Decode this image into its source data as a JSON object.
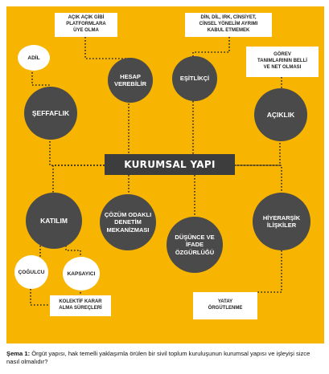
{
  "diagram": {
    "center": "KURUMSAL YAPI",
    "nodes": {
      "seffaflik": "ŞEFFAFLIK",
      "hesap": "HESAP\nVEREBİLİR",
      "esitlikci": "EŞİTLİKÇİ",
      "aciklik": "AÇIKLIK",
      "katilim": "KATILIM",
      "cozum": "ÇÖZÜM ODAKLI\nDENETİM\nMEKANİZMASI",
      "dusunce": "DÜŞÜNCE VE\nİFADE\nÖZGÜRLÜĞÜ",
      "hiyerarsik": "HİYERARŞİK\nİLİŞKİLER"
    },
    "notes": {
      "adil": "ADİL",
      "acik_platform": "AÇIK AÇIK GİBİ\nPLATFORMLARA\nÜYE OLMA",
      "din_dil": "DİN, DİL, IRK, CİNSİYET,\nCİNSEL YÖNELİM AYRIMI\nKABUL ETMEMEK",
      "gorev": "GÖREV\nTANIMLARININ BELLİ\nVE NET OLMASI",
      "cogulcu": "ÇOĞULCU",
      "kapsayici": "KAPSAYICI",
      "kolektif": "KOLEKTİF KARAR\nALMA SÜREÇLERİ",
      "yatay": "YATAY\nÖRGÜTLENME"
    }
  },
  "caption": {
    "label": "Şema 1:",
    "text": " Örgüt yapısı, hak temelli yaklaşımla örülen bir sivil toplum kuruluşunun kurumsal yapısı ve işleyişi sizce nasıl olmalıdır?"
  },
  "colors": {
    "background": "#f7b400",
    "circle": "#4a4a4a",
    "banner": "#3d3d3d",
    "connector": "#2b2b2b"
  }
}
